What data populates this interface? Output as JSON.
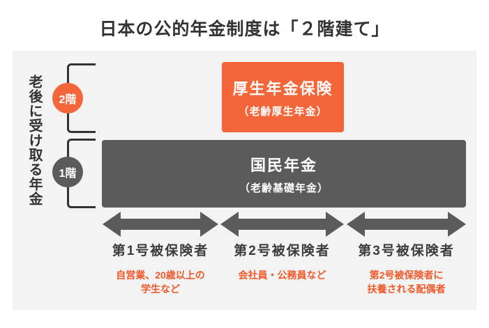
{
  "title": "日本の公的年金制度は「２階建て」",
  "side_label": "老後に受け取る年金",
  "colors": {
    "accent_orange": "#F2663A",
    "caption_orange": "#F1592B",
    "dark_gray": "#5B5B5B",
    "panel_background": "#F3F3F3",
    "text_dark": "#333333"
  },
  "floors": [
    {
      "badge": "2階",
      "box_title": "厚生年金保険",
      "box_subtitle": "（老齢厚生年金）"
    },
    {
      "badge": "1階",
      "box_title": "国民年金",
      "box_subtitle": "（老齢基礎年金）"
    }
  ],
  "categories": [
    {
      "label": "第1号被保険者",
      "description": "自営業、20歳以上の\n学生など"
    },
    {
      "label": "第2号被保険者",
      "description": "会社員・公務員など"
    },
    {
      "label": "第3号被保険者",
      "description": "第2号被保険者に\n扶養される配偶者"
    }
  ]
}
